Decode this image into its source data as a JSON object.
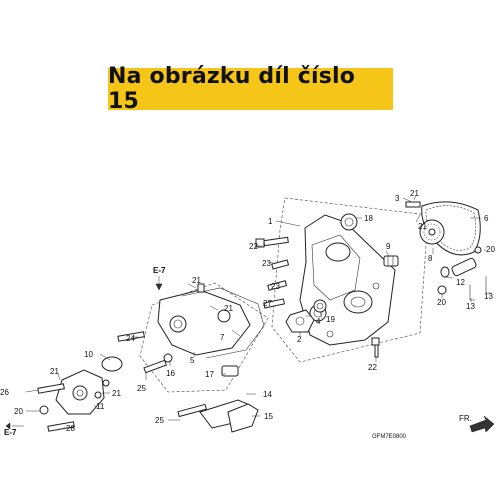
{
  "banner": {
    "text": "Na obrázku díl číslo 15",
    "color": "#f5c518"
  },
  "diagram": {
    "code": "GFM7E0800",
    "direction_label": "FR.",
    "refs": [
      "E-7",
      "E-7"
    ],
    "callouts": [
      "1",
      "2",
      "3",
      "4",
      "5",
      "6",
      "7",
      "8",
      "9",
      "10",
      "11",
      "12",
      "13",
      "13",
      "14",
      "15",
      "16",
      "17",
      "18",
      "19",
      "20",
      "20",
      "20",
      "21",
      "21",
      "21",
      "21",
      "21",
      "21",
      "22",
      "22",
      "23",
      "23",
      "24",
      "25",
      "25",
      "26",
      "27",
      "28"
    ],
    "icons": [
      "bolt-icon",
      "gasket-icon",
      "seal-icon",
      "sprocket-icon",
      "chain-icon",
      "pump-body-icon",
      "pump-cover-icon",
      "arrow-icon"
    ]
  }
}
